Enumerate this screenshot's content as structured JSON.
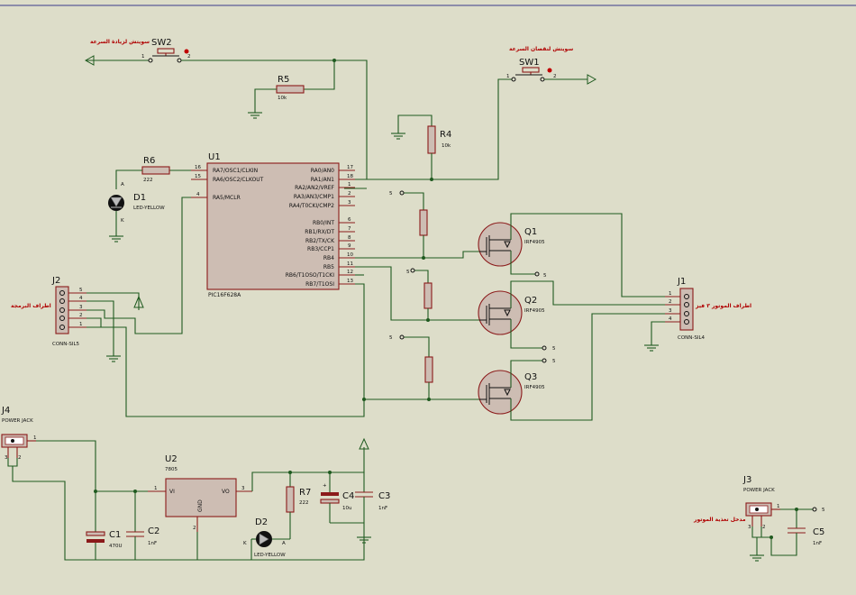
{
  "components": {
    "sw2": {
      "ref": "SW2",
      "pin1": "1",
      "pin2": "2",
      "note": "سويتش لزيادة السرعة"
    },
    "sw1": {
      "ref": "SW1",
      "pin1": "1",
      "pin2": "2",
      "note": "سويتش لنقصان السرعة"
    },
    "r5": {
      "ref": "R5",
      "value": "10k"
    },
    "r4": {
      "ref": "R4",
      "value": "10k"
    },
    "r6": {
      "ref": "R6",
      "value": "222"
    },
    "r7": {
      "ref": "R7",
      "value": "222"
    },
    "d1": {
      "ref": "D1",
      "value": "LED-YELLOW",
      "a": "A",
      "k": "K"
    },
    "d2": {
      "ref": "D2",
      "value": "LED-YELLOW",
      "a": "A",
      "k": "K"
    },
    "u1": {
      "ref": "U1",
      "part": "PIC16F628A",
      "left_pins": [
        {
          "num": "16",
          "name": "RA7/OSC1/CLKIN"
        },
        {
          "num": "15",
          "name": "RA6/OSC2/CLKOUT"
        },
        {
          "num": "4",
          "name": "RA5/MCLR"
        }
      ],
      "right_pins": [
        {
          "num": "17",
          "name": "RA0/AN0"
        },
        {
          "num": "18",
          "name": "RA1/AN1"
        },
        {
          "num": "1",
          "name": "RA2/AN2/VREF"
        },
        {
          "num": "2",
          "name": "RA3/AN3/CMP1"
        },
        {
          "num": "3",
          "name": "RA4/T0CKI/CMP2"
        },
        {
          "num": "6",
          "name": "RB0/INT"
        },
        {
          "num": "7",
          "name": "RB1/RX/DT"
        },
        {
          "num": "8",
          "name": "RB2/TX/CK"
        },
        {
          "num": "9",
          "name": "RB3/CCP1"
        },
        {
          "num": "10",
          "name": "RB4"
        },
        {
          "num": "11",
          "name": "RB5"
        },
        {
          "num": "12",
          "name": "RB6/T1OSO/T1CKI"
        },
        {
          "num": "13",
          "name": "RB7/T1OSI"
        }
      ]
    },
    "u2": {
      "ref": "U2",
      "part": "7805",
      "vi": "VI",
      "vo": "VO",
      "gnd": "GND",
      "p1": "1",
      "p2": "2",
      "p3": "3"
    },
    "q1": {
      "ref": "Q1",
      "part": "IRF4905"
    },
    "q2": {
      "ref": "Q2",
      "part": "IRF4905"
    },
    "q3": {
      "ref": "Q3",
      "part": "IRF4905"
    },
    "j1": {
      "ref": "J1",
      "part": "CONN-SIL4",
      "pins": [
        "1",
        "2",
        "3",
        "4"
      ],
      "note": "اطراف الموتور ٣ فيز"
    },
    "j2": {
      "ref": "J2",
      "part": "CONN-SIL5",
      "pins": [
        "5",
        "4",
        "3",
        "2",
        "1"
      ],
      "note": "اطراف البرمجة"
    },
    "j3": {
      "ref": "J3",
      "part": "POWER JACK",
      "p1": "1",
      "p2": "2",
      "p3": "3",
      "note": "مدخل تغذية الموتور"
    },
    "j4": {
      "ref": "J4",
      "part": "POWER JACK",
      "p1": "1",
      "p2": "2",
      "p3": "3"
    },
    "c1": {
      "ref": "C1",
      "value": "470U"
    },
    "c2": {
      "ref": "C2",
      "value": "1nF"
    },
    "c3": {
      "ref": "C3",
      "value": "1nF"
    },
    "c4": {
      "ref": "C4",
      "value": "10u"
    },
    "c5": {
      "ref": "C5",
      "value": "1nF"
    }
  },
  "net_labels": {
    "five": "5",
    "plus": "+"
  }
}
